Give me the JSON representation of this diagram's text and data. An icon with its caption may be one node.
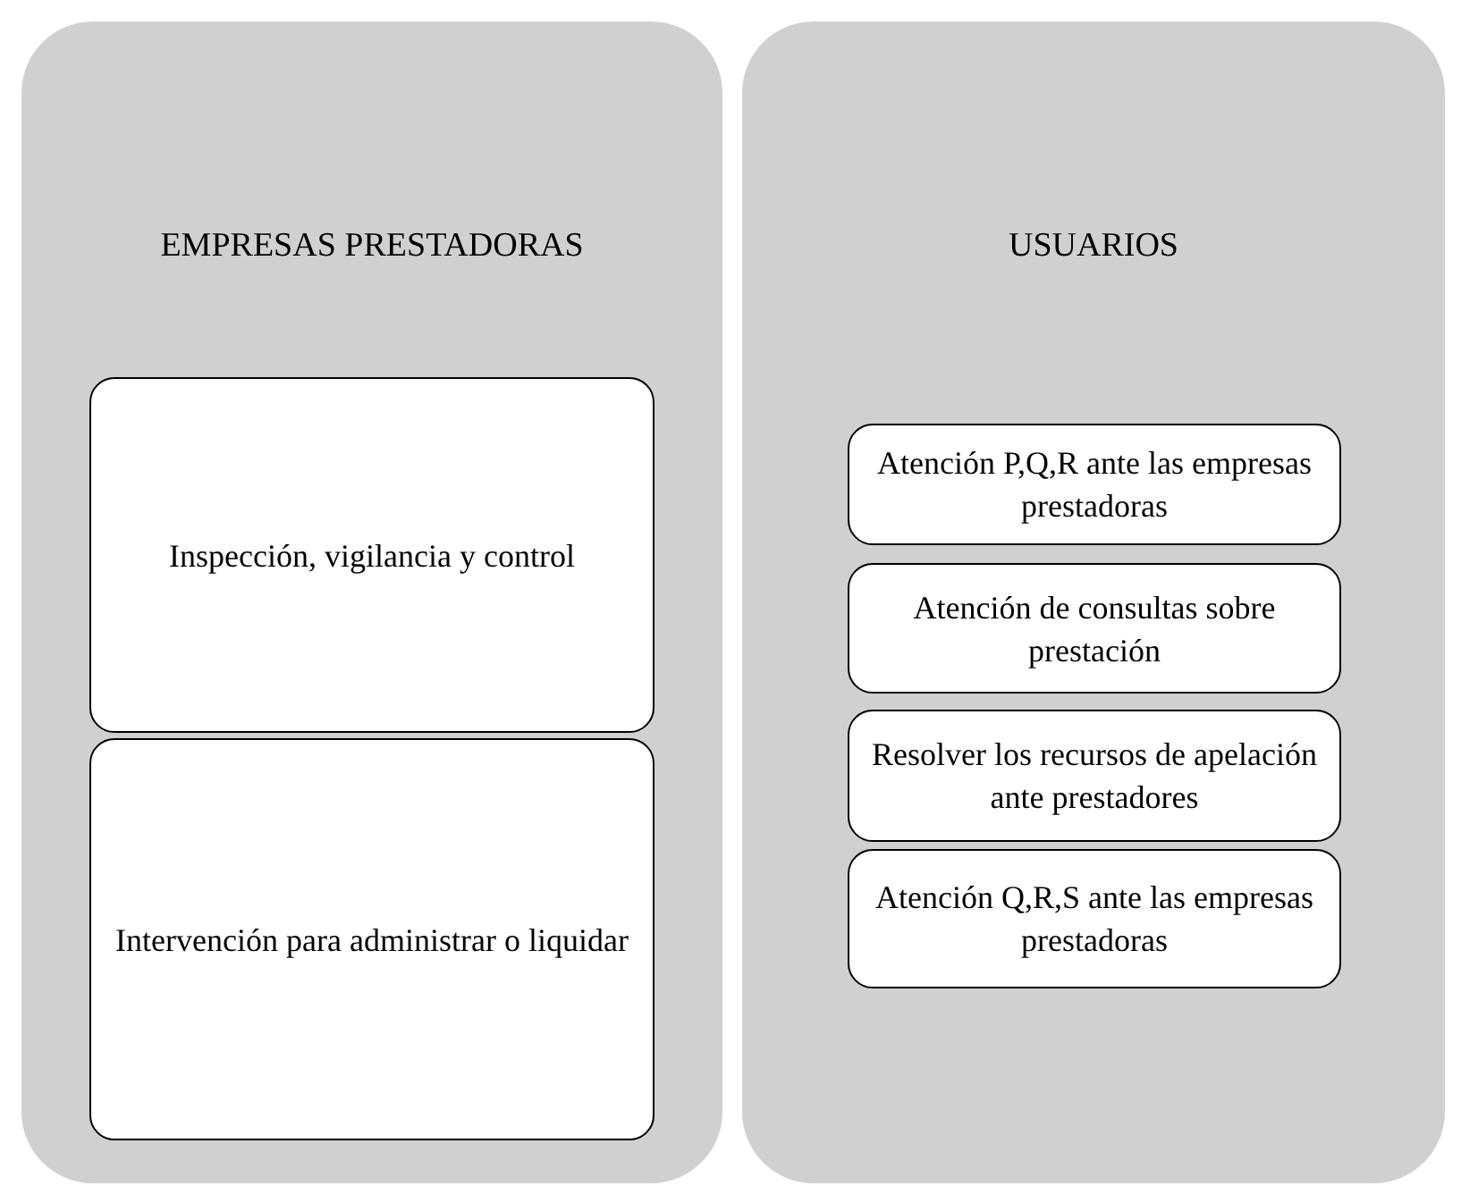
{
  "diagram": {
    "nodes": [
      {
        "text": [
          "EMPRESAS PRESTADORAS"
        ]
      },
      {
        "text": [
          "Inspección, vigilancia  y control"
        ],
        "in": 0
      },
      {
        "text": [
          "Intervención para administrar o liquidar"
        ],
        "in": 0
      },
      {
        "text": [
          "USUARIOS"
        ]
      },
      {
        "text": [
          "Atención P,Q,R ante las empresas prestadoras"
        ],
        "in": 3
      },
      {
        "text": [
          "Atención de consultas sobre prestación"
        ],
        "in": 3
      },
      {
        "text": [
          "Resolver los recursos de apelación ante prestadores"
        ],
        "in": 3
      },
      {
        "text": [
          "Atención Q,R,S ante las empresas prestadoras"
        ],
        "in": 3
      }
    ]
  }
}
